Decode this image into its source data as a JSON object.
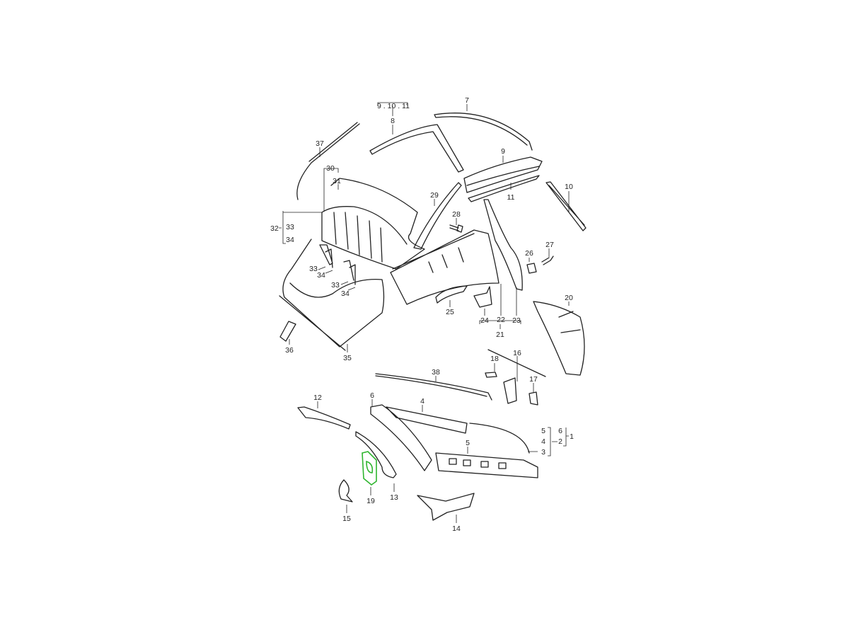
{
  "diagram": {
    "highlight_color": "#2fb52f",
    "highlighted_part": "19",
    "labels": [
      "9 . 10 . 11",
      "8",
      "7",
      "37",
      "30",
      "31",
      "29",
      "28",
      "9",
      "11",
      "10",
      "32",
      "33",
      "34",
      "27",
      "26",
      "33",
      "34",
      "33",
      "34",
      "25",
      "24",
      "22",
      "23",
      "21",
      "20",
      "36",
      "35",
      "16",
      "18",
      "38",
      "17",
      "12",
      "6",
      "4",
      "5",
      "6",
      "1",
      "4",
      "2",
      "3",
      "5",
      "19",
      "13",
      "15",
      "14"
    ]
  }
}
